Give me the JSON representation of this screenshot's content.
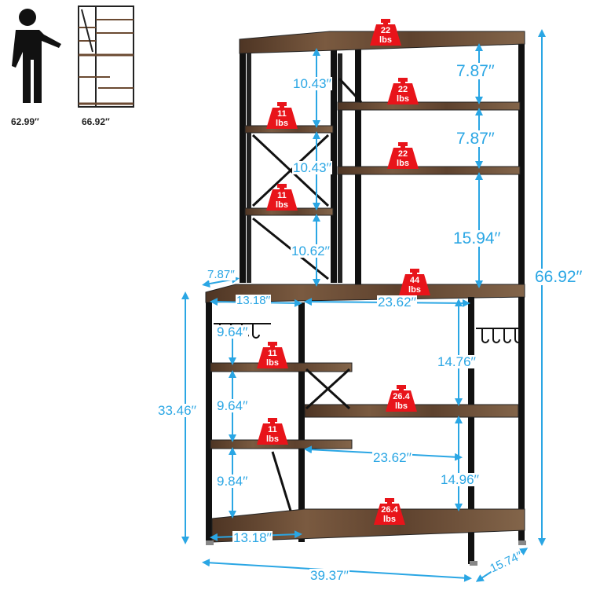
{
  "heights": {
    "person": "62.99′′",
    "shelf": "66.92′′"
  },
  "dimensions": {
    "top_shelf_gap_1": "10.43′′",
    "top_shelf_gap_2": "10.43′′",
    "top_shelf_gap_3": "10.62′′",
    "right_gap_1": "7.87′′",
    "right_gap_2": "7.87′′",
    "right_gap_3": "15.94′′",
    "total_height": "66.92′′",
    "hutch_depth": "7.87′′",
    "left_width_top": "13.18′′",
    "right_width_top": "23.62′′",
    "hook_gap": "9.64′′",
    "lower_gap_1": "9.64′′",
    "lower_gap_2": "9.84′′",
    "base_height": "33.46′′",
    "right_lower_gap_1": "14.76′′",
    "right_lower_gap_2": "14.96′′",
    "right_width_mid": "23.62′′",
    "left_width_bottom": "13.18′′",
    "total_width": "39.37′′",
    "total_depth": "15.74′′"
  },
  "weights": {
    "top": [
      "22",
      "lbs"
    ],
    "right_1": [
      "22",
      "lbs"
    ],
    "right_2": [
      "22",
      "lbs"
    ],
    "left_1": [
      "11",
      "lbs"
    ],
    "left_2": [
      "11",
      "lbs"
    ],
    "desk": [
      "44",
      "lbs"
    ],
    "lower_left_1": [
      "11",
      "lbs"
    ],
    "lower_left_2": [
      "11",
      "lbs"
    ],
    "lower_right": [
      "26.4",
      "lbs"
    ],
    "bottom": [
      "26.4",
      "lbs"
    ]
  },
  "colors": {
    "dimension": "#2aa6e4",
    "weight_badge": "#e8141a",
    "frame": "#111111",
    "wood": "#6b4a32"
  }
}
